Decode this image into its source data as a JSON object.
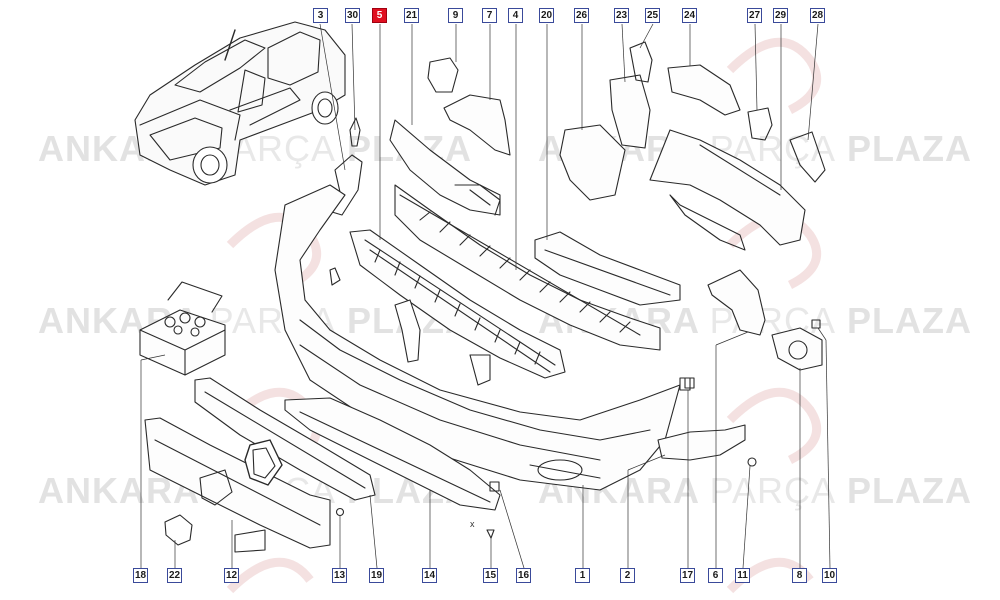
{
  "watermark": {
    "word1": "ANKARA",
    "word2": "PARÇA",
    "word3": "PLAZA",
    "logo_letters": "AP"
  },
  "highlight_color": "#e01020",
  "callouts": {
    "c3": "3",
    "c30": "30",
    "c5": "5",
    "c21": "21",
    "c9": "9",
    "c7": "7",
    "c4": "4",
    "c20": "20",
    "c26": "26",
    "c23": "23",
    "c25": "25",
    "c24": "24",
    "c27": "27",
    "c29": "29",
    "c28": "28",
    "c18": "18",
    "c22": "22",
    "c12": "12",
    "c13": "13",
    "c19": "19",
    "c14": "14",
    "c15": "15",
    "c16": "16",
    "c1": "1",
    "c2": "2",
    "c17": "17",
    "c6": "6",
    "c11": "11",
    "c8": "8",
    "c10": "10"
  },
  "highlighted_part": "5",
  "small_mark": "x"
}
